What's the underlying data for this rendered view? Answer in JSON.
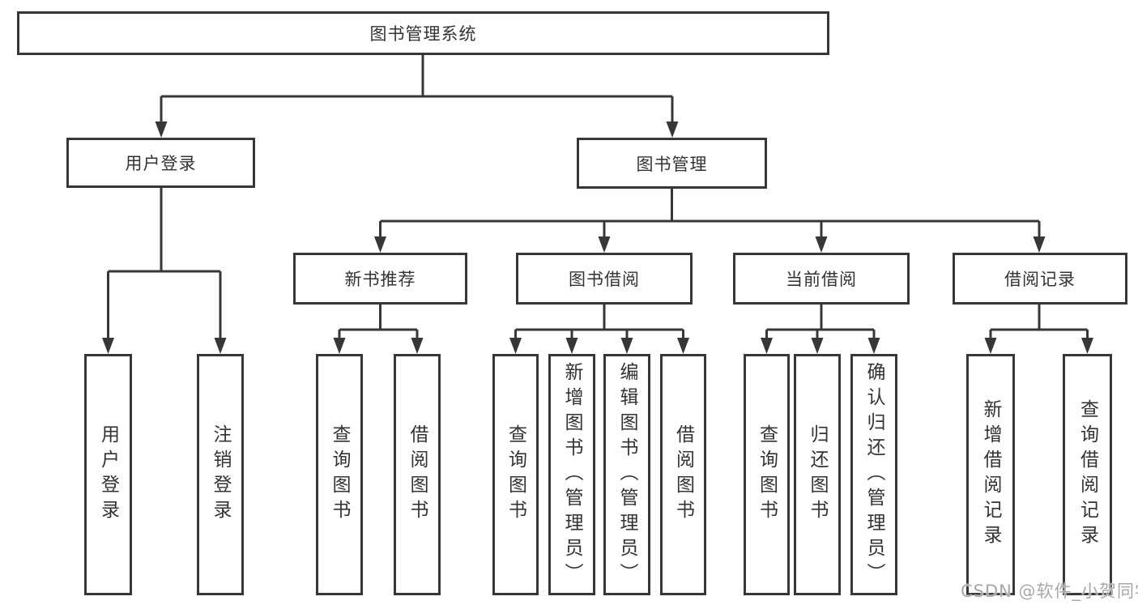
{
  "tree": {
    "label": "图书管理系统",
    "children": [
      {
        "label": "用户登录",
        "children": [
          {
            "label": "用户登录"
          },
          {
            "label": "注销登录"
          }
        ]
      },
      {
        "label": "图书管理",
        "children": [
          {
            "label": "新书推荐",
            "children": [
              {
                "label": "查询图书"
              },
              {
                "label": "借阅图书"
              }
            ]
          },
          {
            "label": "图书借阅",
            "children": [
              {
                "label": "查询图书"
              },
              {
                "label": "新增图书（管理员）"
              },
              {
                "label": "编辑图书（管理员）"
              },
              {
                "label": "借阅图书"
              }
            ]
          },
          {
            "label": "当前借阅",
            "children": [
              {
                "label": "查询图书"
              },
              {
                "label": "归还图书"
              },
              {
                "label": "确认归还（管理员）"
              }
            ]
          },
          {
            "label": "借阅记录",
            "children": [
              {
                "label": "新增借阅记录"
              },
              {
                "label": "查询借阅记录"
              }
            ]
          }
        ]
      }
    ]
  },
  "watermark": {
    "text": "CSDN @软件_小贺同学"
  },
  "colors": {
    "line": "#373737",
    "text": "#333333",
    "watermark": "#a8a8a8",
    "background": "#ffffff"
  }
}
